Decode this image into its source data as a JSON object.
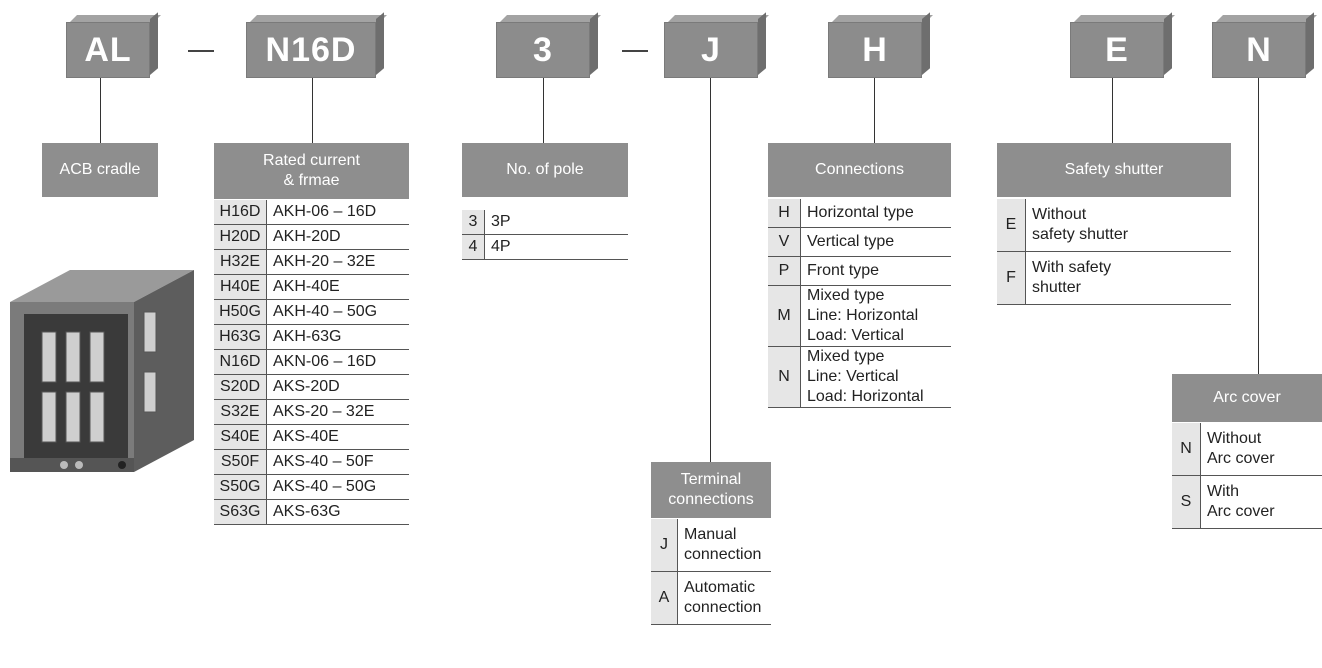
{
  "codes": [
    {
      "id": "al",
      "text": "AL"
    },
    {
      "id": "n16d",
      "text": "N16D"
    },
    {
      "id": "3",
      "text": "3"
    },
    {
      "id": "j",
      "text": "J"
    },
    {
      "id": "h",
      "text": "H"
    },
    {
      "id": "e",
      "text": "E"
    },
    {
      "id": "n",
      "text": "N"
    }
  ],
  "acb_cradle": {
    "label": "ACB cradle"
  },
  "rated_current": {
    "header": "Rated current\n& frmae",
    "rows": [
      [
        "H16D",
        "AKH-06 – 16D"
      ],
      [
        "H20D",
        "AKH-20D"
      ],
      [
        "H32E",
        "AKH-20 – 32E"
      ],
      [
        "H40E",
        "AKH-40E"
      ],
      [
        "H50G",
        "AKH-40 – 50G"
      ],
      [
        "H63G",
        "AKH-63G"
      ],
      [
        "N16D",
        "AKN-06 – 16D"
      ],
      [
        "S20D",
        "AKS-20D"
      ],
      [
        "S32E",
        "AKS-20 – 32E"
      ],
      [
        "S40E",
        "AKS-40E"
      ],
      [
        "S50F",
        "AKS-40 – 50F"
      ],
      [
        "S50G",
        "AKS-40 – 50G"
      ],
      [
        "S63G",
        "AKS-63G"
      ]
    ]
  },
  "no_of_pole": {
    "header": "No. of pole",
    "rows": [
      [
        "3",
        "3P"
      ],
      [
        "4",
        "4P"
      ]
    ]
  },
  "terminal": {
    "header": "Terminal\nconnections",
    "rows": [
      [
        "J",
        "Manual\nconnection"
      ],
      [
        "A",
        "Automatic\nconnection"
      ]
    ]
  },
  "connections": {
    "header": "Connections",
    "rows": [
      [
        "H",
        "Horizontal type"
      ],
      [
        "V",
        "Vertical type"
      ],
      [
        "P",
        "Front type"
      ],
      [
        "M",
        "Mixed type\nLine: Horizontal\nLoad: Vertical"
      ],
      [
        "N",
        "Mixed type\nLine: Vertical\nLoad: Horizontal"
      ]
    ]
  },
  "safety_shutter": {
    "header": "Safety shutter",
    "rows": [
      [
        "E",
        "Without\nsafety shutter"
      ],
      [
        "F",
        "With safety\nshutter"
      ]
    ]
  },
  "arc_cover": {
    "header": "Arc cover",
    "rows": [
      [
        "N",
        "Without\nArc cover"
      ],
      [
        "S",
        "With\nArc cover"
      ]
    ]
  }
}
